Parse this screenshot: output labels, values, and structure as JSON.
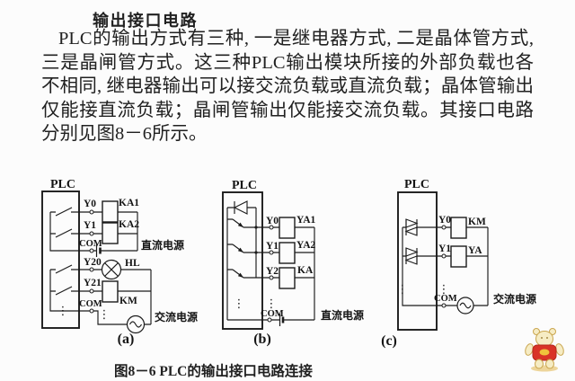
{
  "article": {
    "title": "输出接口电路",
    "body": "PLC的输出方式有三种, 一是继电器方式, 二是晶体管方式, 三是晶闸管方式。这三种PLC输出模块所接的外部负载也各不相同, 继电器输出可以接交流负载或直流负载；晶体管输出仅能接直流负载；晶闸管输出仅能接交流负载。其接口电路分别见图8－6所示。",
    "figure_caption": "图8－6  PLC的输出接口电路连接"
  },
  "glyphs": {
    "vdots": "⋮"
  },
  "diagram_a": {
    "plc_label": "PLC",
    "terminal_y0": "Y0",
    "terminal_y1": "Y1",
    "terminal_com1": "COM",
    "terminal_y20": "Y20",
    "terminal_y21": "Y21",
    "terminal_com2": "COM",
    "load_ka1": "KA1",
    "load_ka2": "KA2",
    "load_hl": "HL",
    "load_km": "KM",
    "dc_supply": "直流电源",
    "ac_supply": "交流电源",
    "sub_label": "(a)"
  },
  "diagram_b": {
    "plc_label": "PLC",
    "terminal_y0": "Y0",
    "terminal_y1": "Y1",
    "terminal_y2": "Y2",
    "terminal_com": "COM",
    "load_ya1": "YA1",
    "load_ya2": "YA2",
    "load_ka": "KA",
    "dc_supply": "直流电源",
    "sub_label": "(b)"
  },
  "diagram_c": {
    "plc_label": "PLC",
    "terminal_y0": "Y0",
    "terminal_y1": "Y1",
    "terminal_com": "COM",
    "load_km": "KM",
    "load_ya": "YA",
    "ac_supply": "交流电源",
    "sub_label": "(c)"
  },
  "colors": {
    "ink": "#1b1b1b",
    "background": "#fcfcfc",
    "mascot_red": "#d93327",
    "mascot_beige": "#f6ecc4"
  }
}
